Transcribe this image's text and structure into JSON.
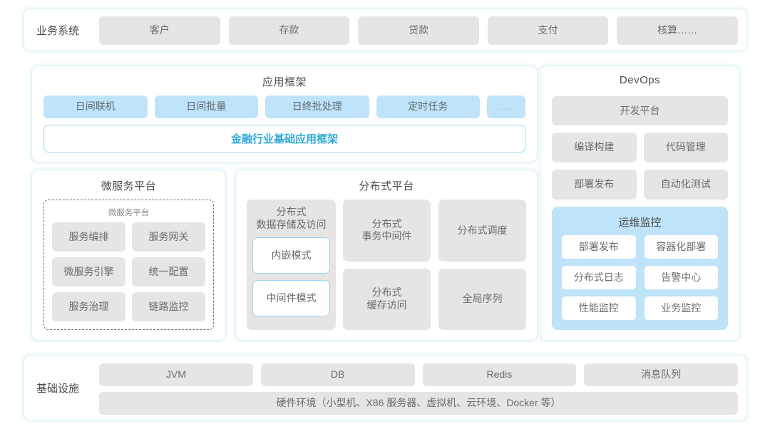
{
  "colors": {
    "gray_card": "#e6e5e3",
    "blue_chip": "#bfe3f9",
    "panel_border": "#d6eef3",
    "accent_text": "#2fa8d8",
    "body_text": "#6b6b6b"
  },
  "business_row": {
    "label": "业务系统",
    "items": [
      "客户",
      "存款",
      "贷款",
      "支付",
      "核算……"
    ]
  },
  "app_framework": {
    "title": "应用框架",
    "chips": [
      "日间联机",
      "日间批量",
      "日终批处理",
      "定时任务"
    ],
    "more_chip": "...",
    "base_framework": "金融行业基础应用框架"
  },
  "devops": {
    "title": "DevOps",
    "platform": "开发平台",
    "items": [
      "编译构建",
      "代码管理",
      "部署发布",
      "自动化测试"
    ],
    "ops_monitor": {
      "title": "运维监控",
      "items": [
        "部署发布",
        "容器化部署",
        "分布式日志",
        "告警中心",
        "性能监控",
        "业务监控"
      ]
    }
  },
  "microservice": {
    "title": "微服务平台",
    "inner_title": "微服务平台",
    "items": [
      "服务编排",
      "服务网关",
      "微服务引擎",
      "统一配置",
      "服务治理",
      "链路监控"
    ]
  },
  "distributed": {
    "title": "分布式平台",
    "storage": {
      "header": "分布式\n数据存储及访问",
      "modes": [
        "内嵌模式",
        "中间件模式"
      ]
    },
    "items": [
      "分布式\n事务中间件",
      "分布式调度",
      "分布式\n缓存访问",
      "全局序列"
    ]
  },
  "infrastructure": {
    "label": "基础设施",
    "items": [
      "JVM",
      "DB",
      "Redis",
      "消息队列"
    ],
    "hardware": "硬件环境（小型机、X86 服务器、虚拟机、云环境、Docker 等）"
  }
}
